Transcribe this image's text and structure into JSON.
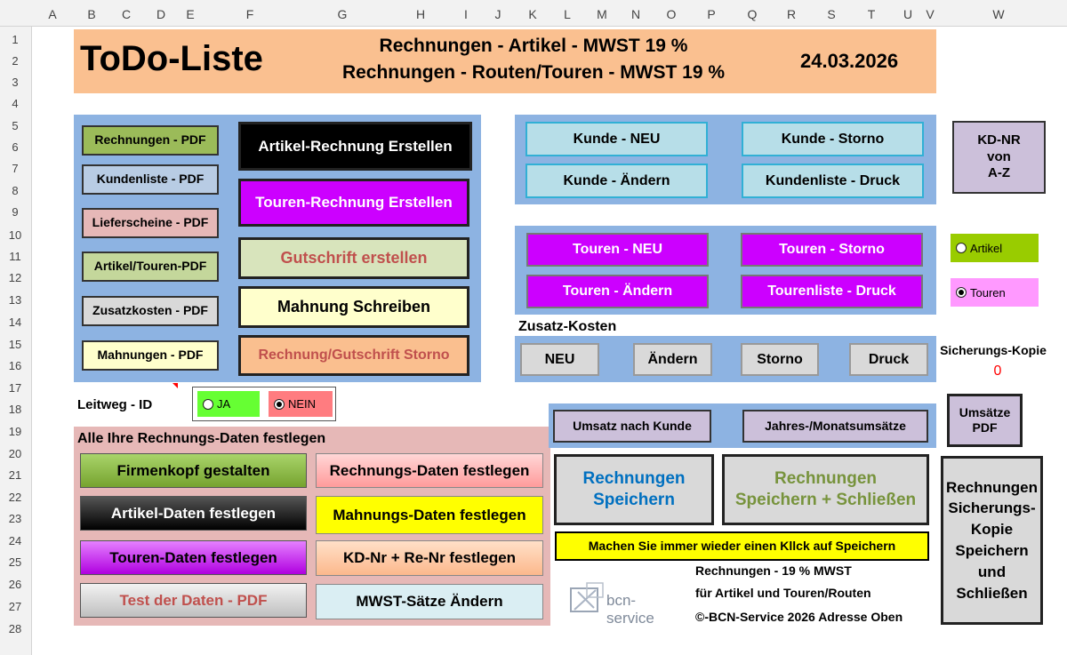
{
  "columns": [
    "A",
    "B",
    "C",
    "D",
    "E",
    "F",
    "G",
    "H",
    "I",
    "J",
    "K",
    "L",
    "M",
    "N",
    "O",
    "P",
    "Q",
    "R",
    "S",
    "T",
    "U",
    "V",
    "W"
  ],
  "rows": [
    "1",
    "2",
    "3",
    "4",
    "5",
    "6",
    "7",
    "8",
    "9",
    "10",
    "11",
    "12",
    "13",
    "14",
    "15",
    "16",
    "17",
    "18",
    "19",
    "20",
    "21",
    "22",
    "23",
    "24",
    "25",
    "26",
    "27",
    "28"
  ],
  "header": {
    "title": "ToDo-Liste",
    "line1": "Rechnungen - Artikel - MWST 19 %",
    "line2": "Rechnungen - Routen/Touren - MWST 19 %",
    "date": "24.03.2026"
  },
  "pdf_buttons": {
    "rechnungen": "Rechnungen - PDF",
    "kundenliste": "Kundenliste - PDF",
    "lieferscheine": "Lieferscheine - PDF",
    "artikel_touren": "Artikel/Touren-PDF",
    "zusatzkosten": "Zusatzkosten - PDF",
    "mahnungen": "Mahnungen - PDF"
  },
  "create_buttons": {
    "artikel_rechnung": "Artikel-Rechnung Erstellen",
    "touren_rechnung": "Touren-Rechnung Erstellen",
    "gutschrift": "Gutschrift erstellen",
    "mahnung": "Mahnung Schreiben",
    "storno": "Rechnung/Gutschrift Storno"
  },
  "kunde": {
    "neu": "Kunde - NEU",
    "storno": "Kunde - Storno",
    "aendern": "Kunde - Ändern",
    "liste_druck": "Kundenliste - Druck"
  },
  "kdnr": {
    "l1": "KD-NR",
    "l2": "von",
    "l3": "A-Z"
  },
  "touren": {
    "neu": "Touren - NEU",
    "storno": "Touren - Storno",
    "aendern": "Touren - Ändern",
    "liste_druck": "Tourenliste - Druck"
  },
  "mode": {
    "artikel": "Artikel",
    "touren": "Touren",
    "selected": "Touren"
  },
  "zusatz": {
    "title": "Zusatz-Kosten",
    "neu": "NEU",
    "aendern": "Ändern",
    "storno": "Storno",
    "druck": "Druck"
  },
  "sicherung": {
    "label": "Sicherungs-Kopie",
    "value": "0"
  },
  "leitweg": {
    "label": "Leitweg - ID",
    "ja": "JA",
    "nein": "NEIN",
    "selected": "NEIN"
  },
  "settings": {
    "title": "Alle Ihre Rechnungs-Daten festlegen",
    "firmenkopf": "Firmenkopf gestalten",
    "rechnungs_daten": "Rechnungs-Daten festlegen",
    "artikel_daten": "Artikel-Daten festlegen",
    "mahnungs_daten": "Mahnungs-Daten festlegen",
    "touren_daten": "Touren-Daten festlegen",
    "kd_re_nr": "KD-Nr + Re-Nr festlegen",
    "test": "Test der Daten  -   PDF",
    "mwst": "MWST-Sätze Ändern"
  },
  "umsatz": {
    "kunde": "Umsatz nach Kunde",
    "jahres": "Jahres-/Monatsumsätze",
    "pdf_l1": "Umsätze",
    "pdf_l2": "PDF"
  },
  "save": {
    "speichern_l1": "Rechnungen",
    "speichern_l2": "Speichern",
    "schliessen_l1": "Rechnungen",
    "schliessen_l2": "Speichern  +  Schließen",
    "hint": "Machen Sie immer wieder einen Kllck auf Speichern",
    "backup_l1": "Rechnungen",
    "backup_l2": "Sicherungs-",
    "backup_l3": "Kopie",
    "backup_l4": "Speichern",
    "backup_l5": "und",
    "backup_l6": "Schließen"
  },
  "footer": {
    "l1": "Rechnungen - 19 % MWST",
    "l2": "für Artikel und Touren/Routen",
    "l3": "©-BCN-Service 2026 Adresse Oben",
    "logo": "bcn-service"
  },
  "colors": {
    "header_bg": "#fac090",
    "panel_blue": "#8db3e2",
    "panel_pink": "#e6b8b7",
    "magenta": "#cc00ff",
    "green": "#92d050",
    "accent_blue": "#0070c0",
    "accent_green": "#77933c"
  }
}
